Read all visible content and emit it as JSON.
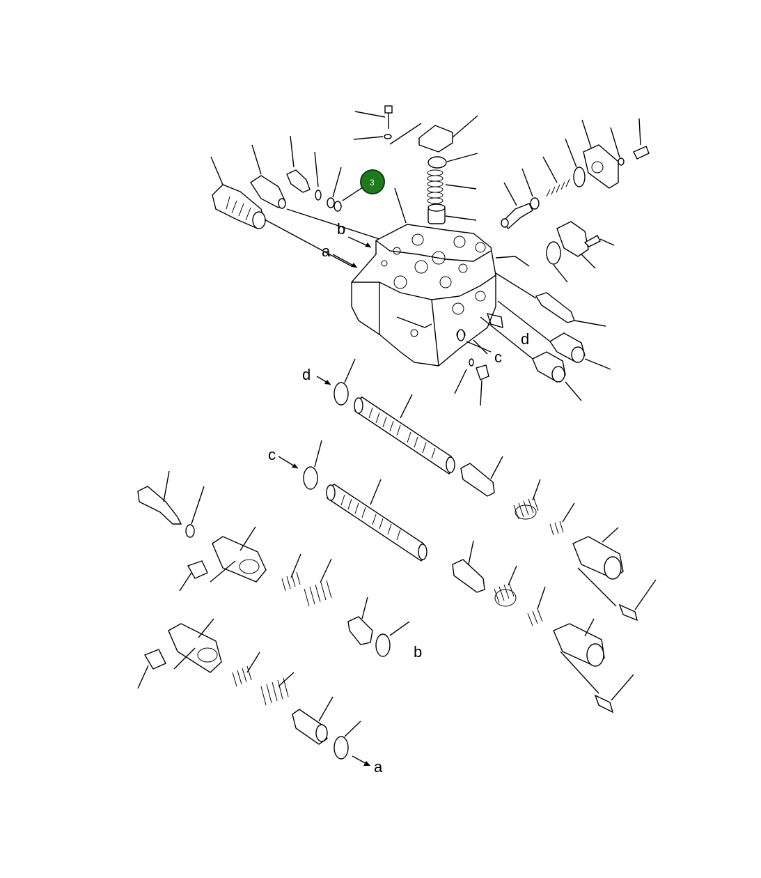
{
  "diagram": {
    "type": "exploded parts diagram",
    "accent_color": "#1f7a1f",
    "callouts": [
      {
        "id": "3",
        "label": "3"
      }
    ],
    "letter_refs": {
      "a_top": "a",
      "b_top": "b",
      "c_right": "c",
      "d_right": "d",
      "d_left": "d",
      "c_left": "c",
      "b_bottom": "b",
      "a_bottom": "a"
    }
  }
}
